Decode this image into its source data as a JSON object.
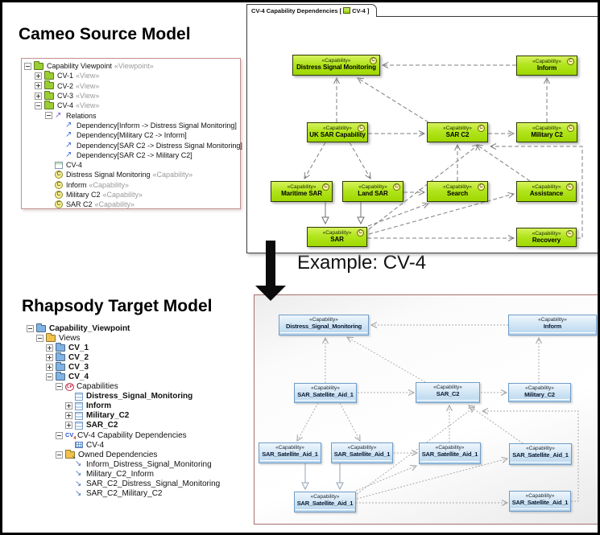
{
  "headings": {
    "source": "Cameo Source Model",
    "target": "Rhapsody Target Model",
    "example": "Example: CV-4"
  },
  "source_panel": {
    "tab": {
      "title": "CV-4 Capability Dependencies",
      "ref_open": "[",
      "ref": "CV-4",
      "ref_close": "]"
    },
    "stereotype": "«Capability»",
    "nodes": [
      {
        "label": "Distress Signal Monitoring"
      },
      {
        "label": "Inform"
      },
      {
        "label": "UK SAR Capability"
      },
      {
        "label": "SAR C2"
      },
      {
        "label": "Military C2"
      },
      {
        "label": "Maritime SAR"
      },
      {
        "label": "Land SAR"
      },
      {
        "label": "Search"
      },
      {
        "label": "Assistance"
      },
      {
        "label": "SAR"
      },
      {
        "label": "Recovery"
      }
    ]
  },
  "target_panel": {
    "stereotype": "«Capability»",
    "nodes": [
      {
        "label": "Distress_Signal_Monitoring"
      },
      {
        "label": "Inform"
      },
      {
        "label": "SAR_Satellite_Aid_1"
      },
      {
        "label": "SAR_C2"
      },
      {
        "label": "Military_C2"
      },
      {
        "label": "SAR_Satellite_Aid_1"
      },
      {
        "label": "SAR_Satellite_Aid_1"
      },
      {
        "label": "SAR_Satellite_Aid_1"
      },
      {
        "label": "SAR_Satellite_Aid_1"
      },
      {
        "label": "SAR_Satellite_Aid_1"
      },
      {
        "label": "SAR_Satellite_Aid_1"
      }
    ]
  },
  "cameo_tree": {
    "items": [
      {
        "label": "Capability Viewpoint",
        "suffix": "«Viewpoint»"
      },
      {
        "label": "CV-1",
        "suffix": "«View»"
      },
      {
        "label": "CV-2",
        "suffix": "«View»"
      },
      {
        "label": "CV-3",
        "suffix": "«View»"
      },
      {
        "label": "CV-4",
        "suffix": "«View»"
      },
      {
        "label": "Relations"
      },
      {
        "label": "Dependency[Inform -> Distress Signal Monitoring]"
      },
      {
        "label": "Dependency[Military C2 -> Inform]"
      },
      {
        "label": "Dependency[SAR C2 -> Distress Signal Monitoring]"
      },
      {
        "label": "Dependency[SAR C2 -> Military C2]"
      },
      {
        "label": "CV-4"
      },
      {
        "label": "Distress Signal Monitoring",
        "suffix": "«Capability»"
      },
      {
        "label": "Inform",
        "suffix": "«Capability»"
      },
      {
        "label": "Military C2",
        "suffix": "«Capability»"
      },
      {
        "label": "SAR C2",
        "suffix": "«Capability»"
      }
    ]
  },
  "rhapsody_tree": {
    "items": [
      {
        "label": "Capability_Viewpoint"
      },
      {
        "label": "Views"
      },
      {
        "label": "CV_1"
      },
      {
        "label": "CV_2"
      },
      {
        "label": "CV_3"
      },
      {
        "label": "CV_4"
      },
      {
        "label": "Capabilities"
      },
      {
        "label": "Distress_Signal_Monitoring"
      },
      {
        "label": "Inform"
      },
      {
        "label": "Military_C2"
      },
      {
        "label": "SAR_C2"
      },
      {
        "label": "CV-4 Capability Dependencies"
      },
      {
        "label": "CV-4"
      },
      {
        "label": "Owned Dependencies"
      },
      {
        "label": "Inform_Distress_Signal_Monitoring"
      },
      {
        "label": "Military_C2_Inform"
      },
      {
        "label": "SAR_C2_Distress_Signal_Monitoring"
      },
      {
        "label": "SAR_C2_Military_C2"
      }
    ]
  },
  "colors": {
    "capability_green": "#abdf17",
    "capability_blue": "#cbe3f5",
    "source_tree_border": "#c49090",
    "target_panel_border": "#a86f6f"
  }
}
